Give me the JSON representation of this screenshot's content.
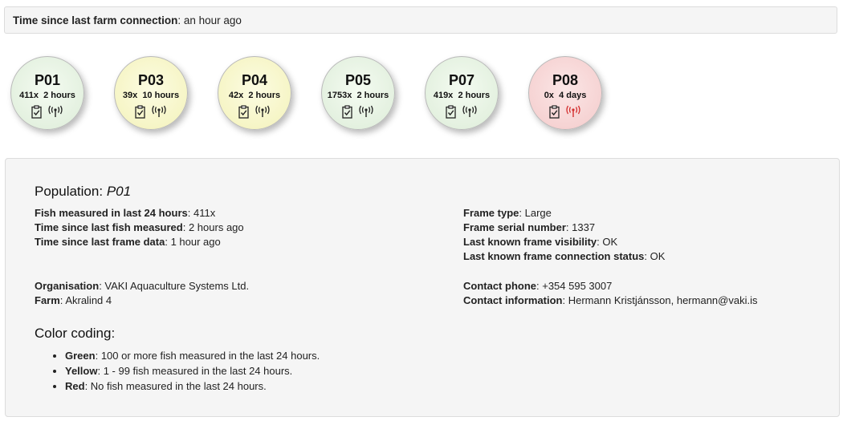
{
  "header": {
    "label": "Time since last farm connection",
    "value": "an hour ago"
  },
  "pens": [
    {
      "name": "P01",
      "count": "411x",
      "time": "2 hours",
      "status": "green",
      "signal_alert": false
    },
    {
      "name": "P03",
      "count": "39x",
      "time": "10 hours",
      "status": "yellow",
      "signal_alert": false
    },
    {
      "name": "P04",
      "count": "42x",
      "time": "2 hours",
      "status": "yellow",
      "signal_alert": false
    },
    {
      "name": "P05",
      "count": "1753x",
      "time": "2 hours",
      "status": "green",
      "signal_alert": false
    },
    {
      "name": "P07",
      "count": "419x",
      "time": "2 hours",
      "status": "green",
      "signal_alert": false
    },
    {
      "name": "P08",
      "count": "0x",
      "time": "4 days",
      "status": "red",
      "signal_alert": true
    }
  ],
  "icons": {
    "clipboard": "clipboard-check-icon",
    "signal": "signal-antenna-icon"
  },
  "colors": {
    "signal_alert": "#d32f2f",
    "icon": "#222222"
  },
  "population": {
    "title_label": "Population:",
    "title_value": "P01",
    "left_rows": [
      {
        "label": "Fish measured in last 24 hours",
        "value": "411x"
      },
      {
        "label": "Time since last fish measured",
        "value": "2 hours ago"
      },
      {
        "label": "Time since last frame data",
        "value": "1 hour ago"
      }
    ],
    "right_rows": [
      {
        "label": "Frame type",
        "value": "Large"
      },
      {
        "label": "Frame serial number",
        "value": "1337"
      },
      {
        "label": "Last known frame visibility",
        "value": "OK"
      },
      {
        "label": "Last known frame connection status",
        "value": "OK"
      }
    ],
    "org_rows": [
      {
        "label": "Organisation",
        "value": "VAKI Aquaculture Systems Ltd."
      },
      {
        "label": "Farm",
        "value": "Akralind 4"
      }
    ],
    "contact_rows": [
      {
        "label": "Contact phone",
        "value": "+354 595 3007"
      },
      {
        "label": "Contact information",
        "value": "Hermann Kristjánsson, hermann@vaki.is"
      }
    ]
  },
  "color_coding": {
    "title": "Color coding:",
    "items": [
      {
        "label": "Green",
        "text": "100 or more fish measured in the last 24 hours."
      },
      {
        "label": "Yellow",
        "text": "1 - 99 fish measured in the last 24 hours."
      },
      {
        "label": "Red",
        "text": "No fish measured in the last 24 hours."
      }
    ]
  }
}
